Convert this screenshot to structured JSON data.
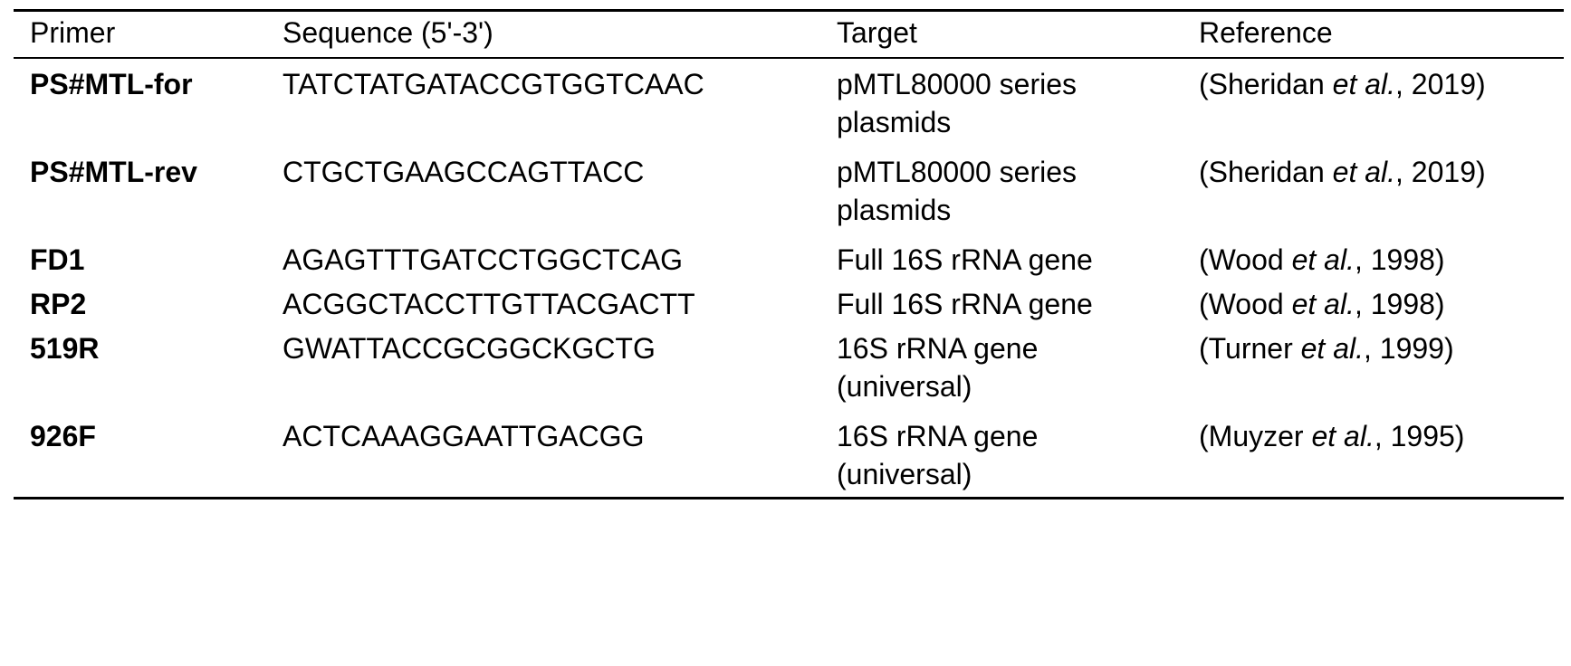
{
  "headers": [
    "Primer",
    "Sequence (5'-3')",
    "Target",
    "Reference"
  ],
  "rows": [
    {
      "primer": "PS#MTL-for",
      "sequence": "TATCTATGATACCGTGGTCAAC",
      "target_line1": "pMTL80000 series",
      "target_line2": "plasmids",
      "ref_pre": "(Sheridan ",
      "ref_etal": "et al.",
      "ref_post": ", 2019)"
    },
    {
      "primer": "PS#MTL-rev",
      "sequence": "CTGCTGAAGCCAGTTACC",
      "target_line1": "pMTL80000 series",
      "target_line2": "plasmids",
      "ref_pre": "(Sheridan ",
      "ref_etal": "et al.",
      "ref_post": ", 2019)"
    },
    {
      "primer": "FD1",
      "sequence": "AGAGTTTGATCCTGGCTCAG",
      "target_line1": "Full 16S rRNA gene",
      "target_line2": "",
      "ref_pre": "(Wood ",
      "ref_etal": "et al.",
      "ref_post": ", 1998)"
    },
    {
      "primer": "RP2",
      "sequence": "ACGGCTACCTTGTTACGACTT",
      "target_line1": "Full 16S rRNA gene",
      "target_line2": "",
      "ref_pre": "(Wood ",
      "ref_etal": "et al.",
      "ref_post": ", 1998)"
    },
    {
      "primer": "519R",
      "sequence": "GWATTACCGCGGCKGCTG",
      "target_line1": "16S rRNA gene",
      "target_line2": "(universal)",
      "ref_pre": "(Turner ",
      "ref_etal": "et al.",
      "ref_post": ", 1999)"
    },
    {
      "primer": "926F",
      "sequence": "ACTCAAAGGAATTGACGG",
      "target_line1": "16S rRNA gene",
      "target_line2": "(universal)",
      "ref_pre": "(Muyzer ",
      "ref_etal": "et al.",
      "ref_post": ", 1995)"
    }
  ]
}
